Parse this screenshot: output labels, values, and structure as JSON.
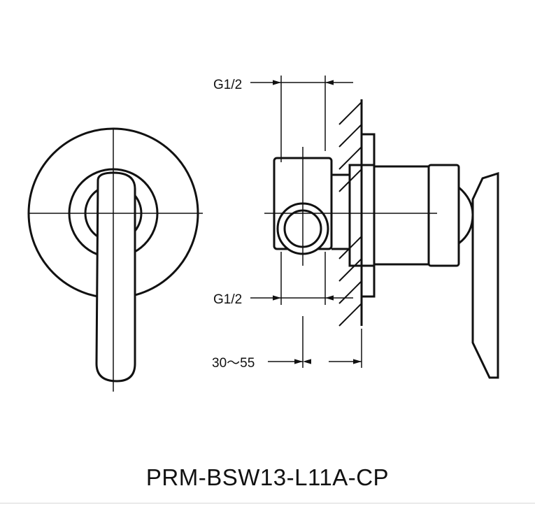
{
  "dimensions": {
    "top_pipe_label": "G1/2",
    "bottom_pipe_label": "G1/2",
    "wall_depth_label": "30～55"
  },
  "model_code": "PRM-BSW13-L11A-CP",
  "colors": {
    "line": "#111111",
    "background": "#ffffff"
  }
}
